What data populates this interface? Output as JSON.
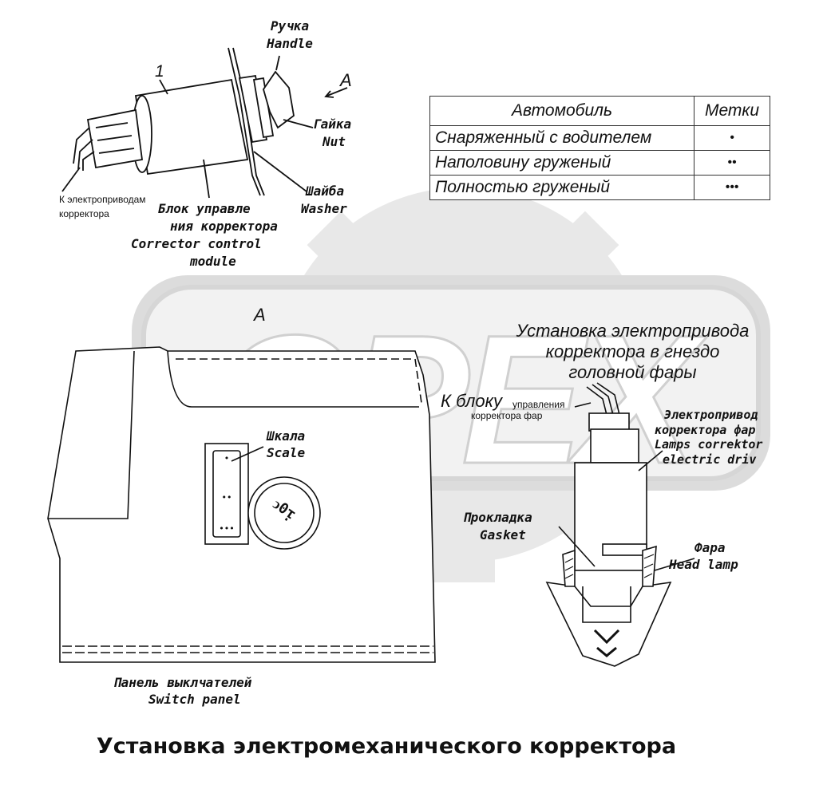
{
  "upper_labels": {
    "handle_ru": "Ручка",
    "handle_en": "Handle",
    "number_1": "1",
    "arrow_a": "A",
    "nut_ru": "Гайка",
    "nut_en": "Nut",
    "washer_ru": "Шайба",
    "washer_en": "Washer",
    "wires_line1": "К электроприводам",
    "wires_line2": "корректора",
    "module_line1": "Блок управле",
    "module_line2": "ния корректора",
    "module_line3": "Corrector control",
    "module_line4": "module"
  },
  "table": {
    "header_vehicle": "Автомобиль",
    "header_marks": "Метки",
    "rows": [
      {
        "label": "Снаряженный с водителем",
        "mark": "•"
      },
      {
        "label": "Наполовину груженый",
        "mark": "••"
      },
      {
        "label": "Полностью груженый",
        "mark": "•••"
      }
    ]
  },
  "view_a_label": "A",
  "scale_ru": "Шкала",
  "scale_en": "Scale",
  "scale_marks": [
    "•",
    "••",
    "•••"
  ],
  "knob_text": "ↄ0ᴉ",
  "panel_ru": "Панель выклчателей",
  "panel_en": "Switch panel",
  "install_title_line1": "Установка электропривода",
  "install_title_line2": "корректора в гнездо",
  "install_title_line3": "головной фары",
  "to_block_big": "К блоку",
  "to_block_small1": "управления",
  "to_block_small2": "корректора фар",
  "actuator_line1": "Электропривод",
  "actuator_line2": "корректора фар",
  "actuator_line3": "Lamps correktor",
  "actuator_line4": "electric driv",
  "gasket_ru": "Прокладка",
  "gasket_en": "Gasket",
  "headlamp_ru": "Фара",
  "headlamp_en": "Head lamp",
  "caption": "Установка электромеханического корректора",
  "watermark": "OPEX",
  "colors": {
    "ink": "#111111",
    "watermark": "#e6e6e6"
  }
}
